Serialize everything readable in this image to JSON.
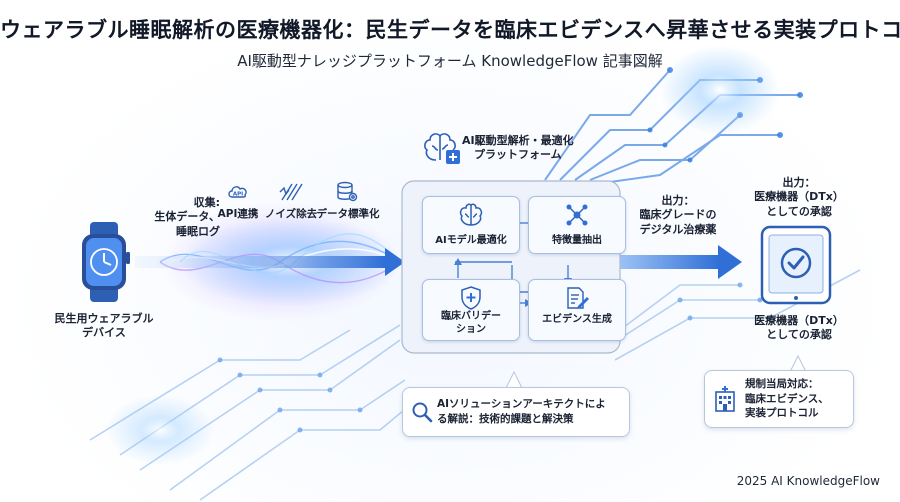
{
  "header": {
    "title": "ウェアラブル睡眠解析の医療機器化：民生データを臨床エビデンスへ昇華させる実装プロトコル",
    "subtitle": "AI駆動型ナレッジプラットフォーム KnowledgeFlow 記事図解"
  },
  "input": {
    "device_label_1": "民生用ウェアラブル",
    "device_label_2": "デバイス",
    "collect_1": "収集:",
    "collect_2": "生体データ、",
    "collect_3": "睡眠ログ"
  },
  "preprocess": [
    {
      "icon": "api-icon",
      "label": "API連携"
    },
    {
      "icon": "noise-filter-icon",
      "label": "ノイズ除去"
    },
    {
      "icon": "database-icon",
      "label": "データ標準化"
    }
  ],
  "platform": {
    "title_1": "AI駆動型解析・最適化",
    "title_2": "プラットフォーム",
    "modules": [
      {
        "icon": "brain-icon",
        "label_1": "AIモデル最適化",
        "label_2": ""
      },
      {
        "icon": "network-nodes-icon",
        "label_1": "特徴量抽出",
        "label_2": ""
      },
      {
        "icon": "shield-plus-icon",
        "label_1": "臨床バリデー",
        "label_2": "ション"
      },
      {
        "icon": "document-pen-icon",
        "label_1": "エビデンス生成",
        "label_2": ""
      }
    ]
  },
  "output_mid": {
    "line_1": "出力：",
    "line_2": "臨床グレードの",
    "line_3": "デジタル治療薬"
  },
  "output_right": {
    "top_1": "出力：",
    "top_2": "医療機器（DTx）",
    "top_3": "としての承認",
    "bottom_1": "医療機器（DTx）",
    "bottom_2": "としての承認"
  },
  "notes": {
    "architect_1": "AIソリューションアーキテクトによ",
    "architect_2": "る解説：技術的課題と解決策",
    "regulatory_1": "規制当局対応：",
    "regulatory_2": "臨床エビデンス、",
    "regulatory_3": "実装プロトコル"
  },
  "footer": {
    "copyright": "2025 AI KnowledgeFlow"
  },
  "colors": {
    "accent": "#2f6fd6",
    "arrow": "#3d7fe6",
    "glow": "#8fc4ff",
    "text": "#111827"
  }
}
